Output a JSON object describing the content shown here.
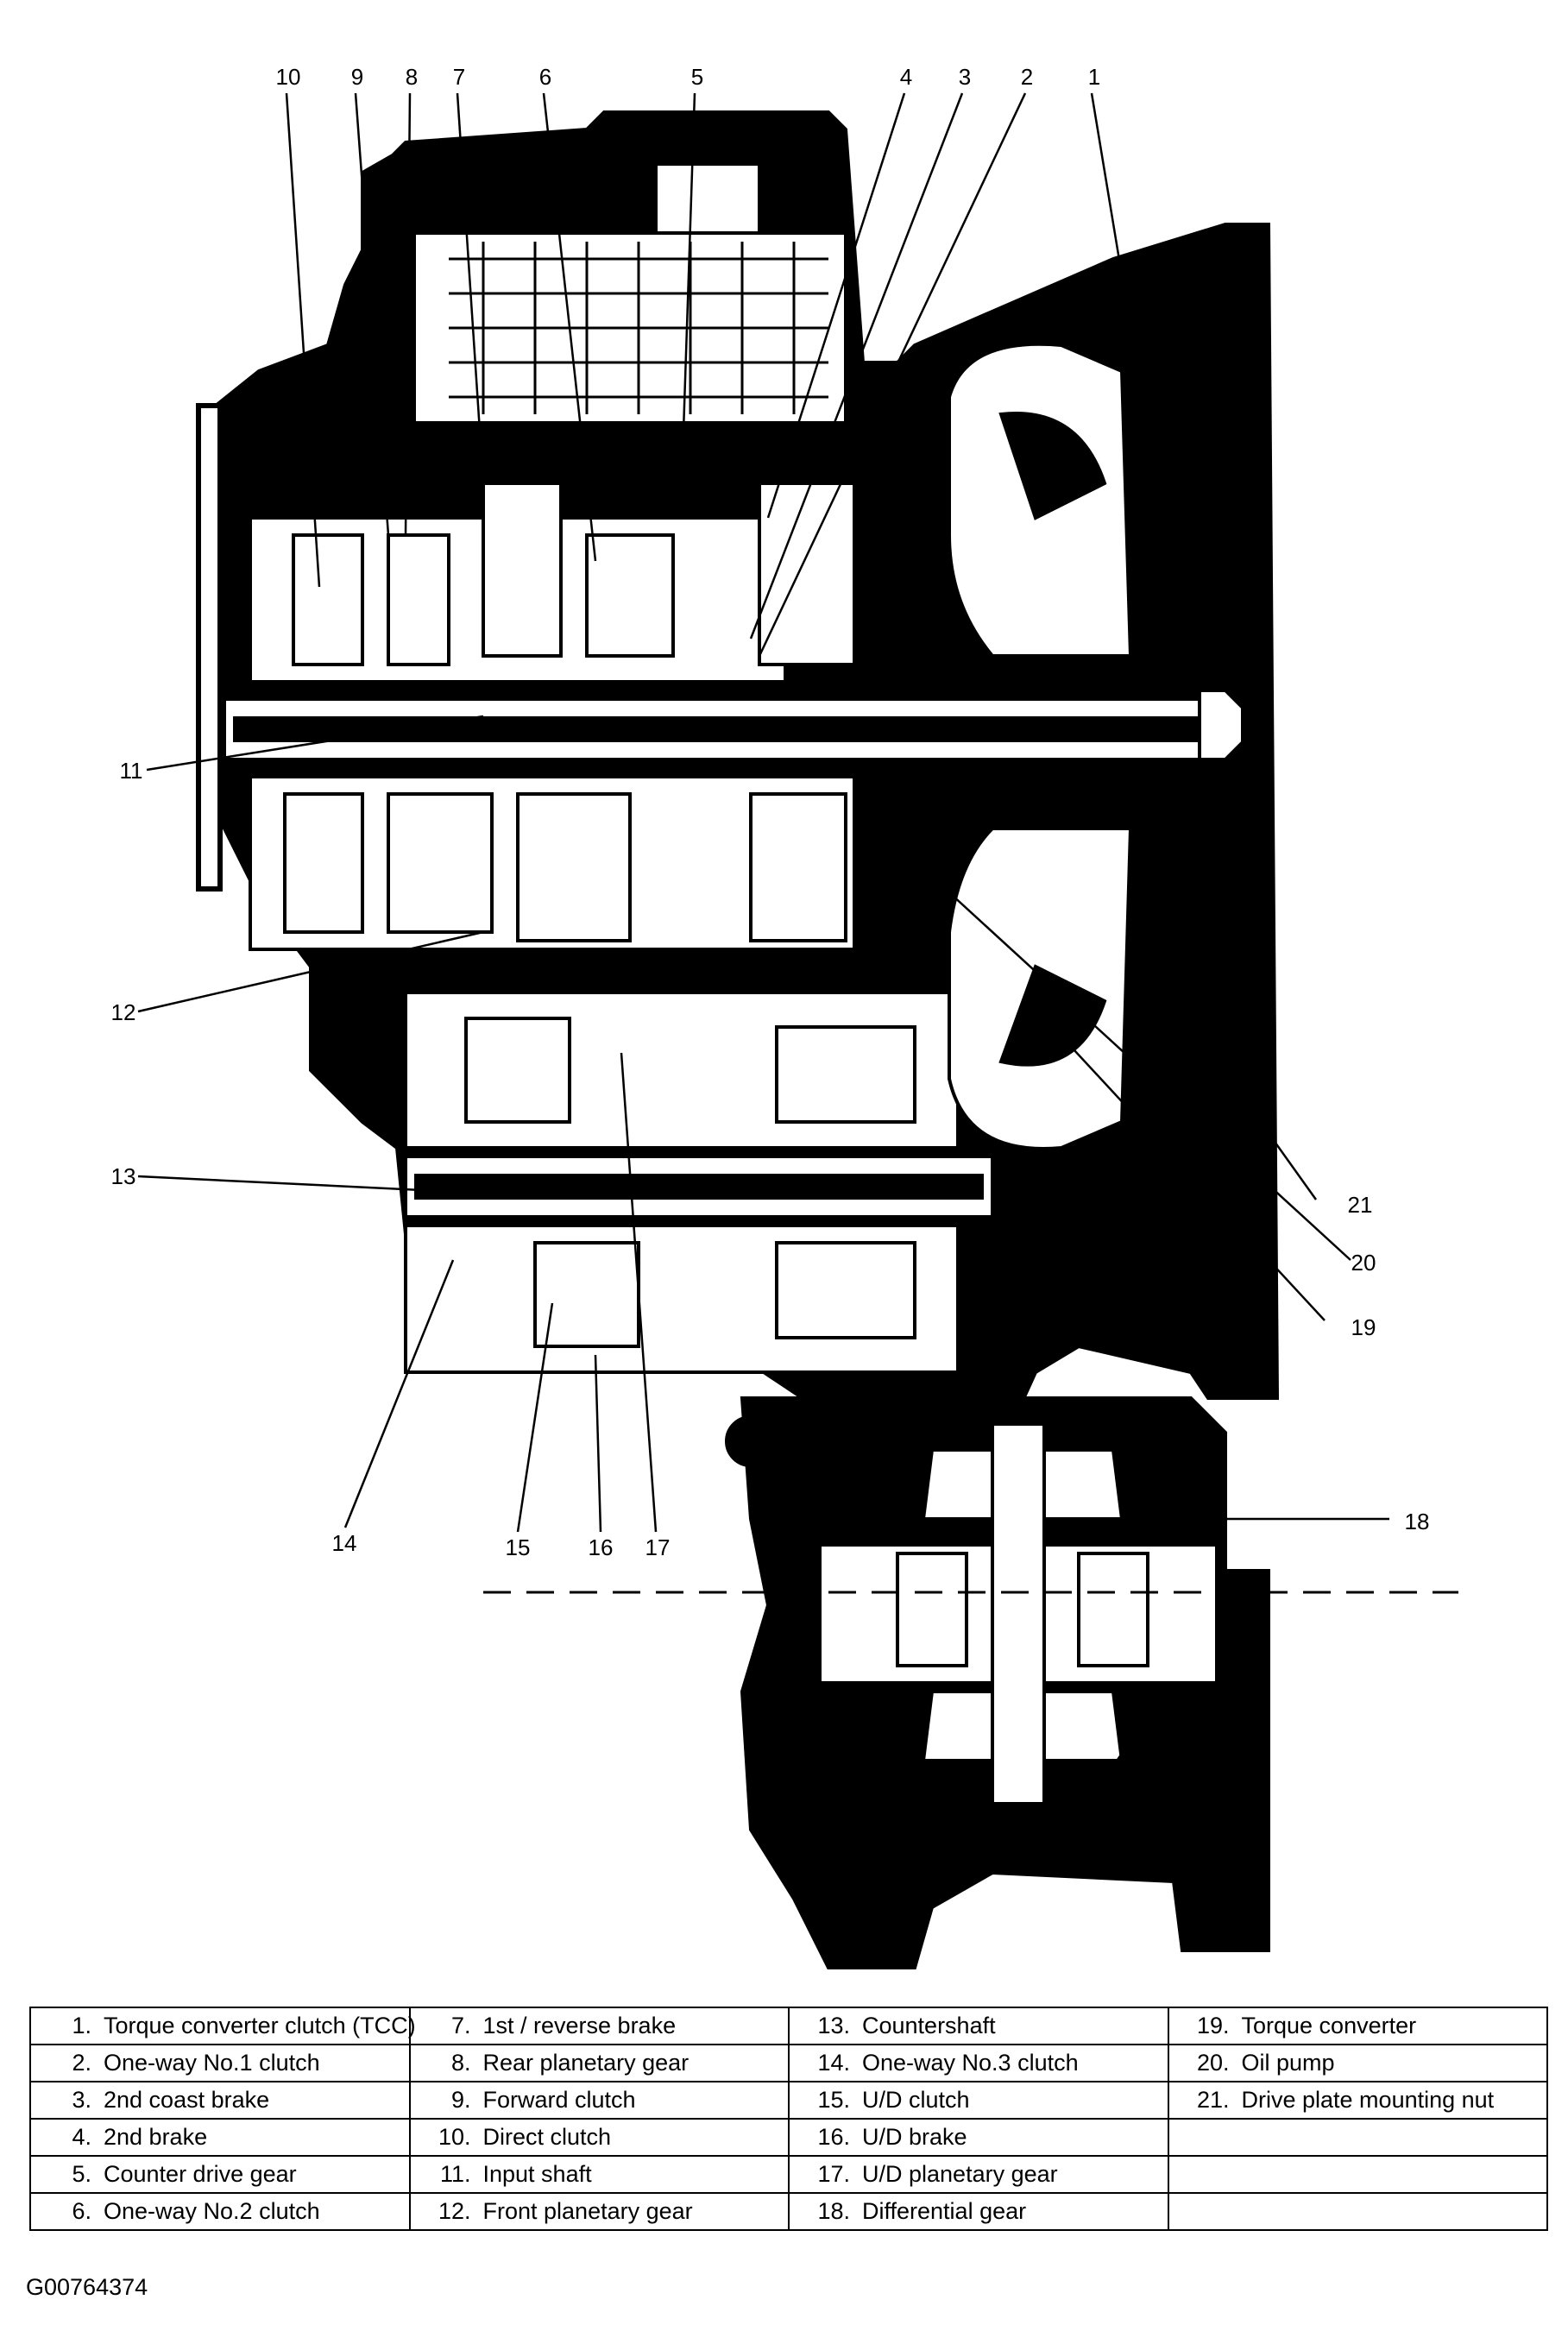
{
  "figure_id": "G00764374",
  "callouts": [
    "1",
    "2",
    "3",
    "4",
    "5",
    "6",
    "7",
    "8",
    "9",
    "10",
    "11",
    "12",
    "13",
    "14",
    "15",
    "16",
    "17",
    "18",
    "19",
    "20",
    "21"
  ],
  "legend": {
    "columns": [
      [
        {
          "num": "1.",
          "text": "Torque converter clutch (TCC)"
        },
        {
          "num": "2.",
          "text": "One-way No.1 clutch"
        },
        {
          "num": "3.",
          "text": "2nd coast brake"
        },
        {
          "num": "4.",
          "text": "2nd brake"
        },
        {
          "num": "5.",
          "text": "Counter drive gear"
        },
        {
          "num": "6.",
          "text": "One-way No.2 clutch"
        }
      ],
      [
        {
          "num": "7.",
          "text": "1st / reverse brake"
        },
        {
          "num": "8.",
          "text": "Rear planetary gear"
        },
        {
          "num": "9.",
          "text": "Forward clutch"
        },
        {
          "num": "10.",
          "text": "Direct clutch"
        },
        {
          "num": "11.",
          "text": "Input shaft"
        },
        {
          "num": "12.",
          "text": "Front planetary gear"
        }
      ],
      [
        {
          "num": "13.",
          "text": "Countershaft"
        },
        {
          "num": "14.",
          "text": "One-way No.3 clutch"
        },
        {
          "num": "15.",
          "text": "U/D clutch"
        },
        {
          "num": "16.",
          "text": "U/D brake"
        },
        {
          "num": "17.",
          "text": "U/D planetary gear"
        },
        {
          "num": "18.",
          "text": "Differential gear"
        }
      ],
      [
        {
          "num": "19.",
          "text": "Torque converter"
        },
        {
          "num": "20.",
          "text": "Oil pump"
        },
        {
          "num": "21.",
          "text": "Drive plate mounting nut"
        },
        {
          "num": "",
          "text": ""
        },
        {
          "num": "",
          "text": ""
        },
        {
          "num": "",
          "text": ""
        }
      ]
    ]
  }
}
